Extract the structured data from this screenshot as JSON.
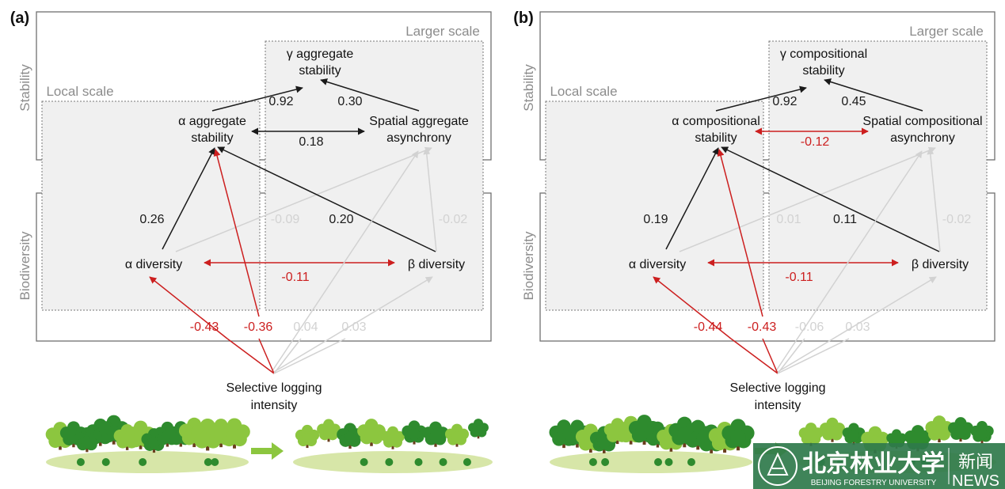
{
  "colors": {
    "positive": "#1a1a1a",
    "negative": "#cc1f1f",
    "nonsignificant": "#d2d2d2",
    "scale_label": "#8c8c8c",
    "box_fill": "#f0f0f0",
    "tree_dark": "#2e8b2e",
    "tree_light": "#8cc63f",
    "trunk": "#6b3e1e",
    "ground": "#d7e6a8"
  },
  "common": {
    "stability_label": "Stability",
    "biodiversity_label": "Biodiversity",
    "local_scale": "Local scale",
    "larger_scale": "Larger scale",
    "driver": [
      "Selective logging",
      "intensity"
    ]
  },
  "panels": [
    {
      "panel_label": "(a)",
      "gamma": [
        "γ aggregate",
        "stability"
      ],
      "alpha_stab": [
        "α aggregate",
        "stability"
      ],
      "spatial": [
        "Spatial aggregate",
        "asynchrony"
      ],
      "alpha_div": "α diversity",
      "beta_div": "β diversity",
      "paths": {
        "alpha_stab_gamma": "0.92",
        "spatial_gamma": "0.30",
        "alpha_stab_spatial": "0.18",
        "alphadiv_alphastab": "0.26",
        "alphadiv_spatial": "-0.09",
        "betadiv_alphastab": "0.20",
        "betadiv_spatial": "-0.02",
        "alphadiv_betadiv": "-0.11",
        "log_alphadiv": "-0.43",
        "log_alphastab": "-0.36",
        "log_spatial": "0.04",
        "log_betadiv": "0.03"
      }
    },
    {
      "panel_label": "(b)",
      "gamma": [
        "γ compositional",
        "stability"
      ],
      "alpha_stab": [
        "α compositional",
        "stability"
      ],
      "spatial": [
        "Spatial compositional",
        "asynchrony"
      ],
      "alpha_div": "α diversity",
      "beta_div": "β diversity",
      "paths": {
        "alpha_stab_gamma": "0.92",
        "spatial_gamma": "0.45",
        "alpha_stab_spatial": "-0.12",
        "alphadiv_alphastab": "0.19",
        "alphadiv_spatial": "0.01",
        "betadiv_alphastab": "0.11",
        "betadiv_spatial": "-0.02",
        "alphadiv_betadiv": "-0.11",
        "log_alphadiv": "-0.44",
        "log_alphastab": "-0.43",
        "log_spatial": "-0.06",
        "log_betadiv": "0.03"
      }
    }
  ],
  "watermark": {
    "name_cn": "北京林业大学",
    "name_en": "BEIJING FORESTRY UNIVERSITY",
    "news_cn": "新闻",
    "news_en": "NEWS"
  }
}
